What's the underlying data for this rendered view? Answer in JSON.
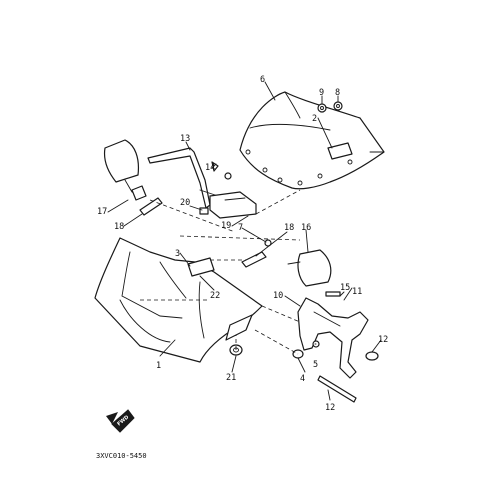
{
  "diagram": {
    "part_code": "3XVC010-5450",
    "fwd_label": "FWD",
    "callouts": {
      "c1": "1",
      "c2": "2",
      "c3": "3",
      "c4": "4",
      "c5": "5",
      "c6": "6",
      "c7": "7",
      "c8": "8",
      "c9": "9",
      "c10": "10",
      "c11": "11",
      "c12a": "12",
      "c12b": "12",
      "c13": "13",
      "c14": "14",
      "c15": "15",
      "c16": "16",
      "c17": "17",
      "c18a": "18",
      "c18b": "18",
      "c19": "19",
      "c20": "20",
      "c21": "21",
      "c22": "22"
    }
  }
}
